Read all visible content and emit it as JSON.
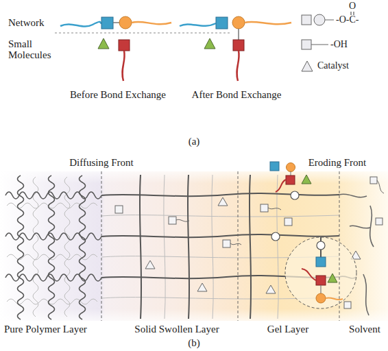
{
  "diagram": {
    "labels": [
      "Network",
      "Small Molecules",
      "Before Bond Exchange",
      "After Bond Exchange",
      "O",
      "(a)",
      "Diffusing Front",
      "Eroding Front",
      "Pure Polymer Layer",
      "Solid Swollen Layer",
      "Gel Layer",
      "Solvent",
      "(b)"
    ],
    "legend": [
      {
        "text": "-O-C-"
      },
      {
        "text": "-OH"
      },
      {
        "text": "Catalyst"
      }
    ]
  }
}
